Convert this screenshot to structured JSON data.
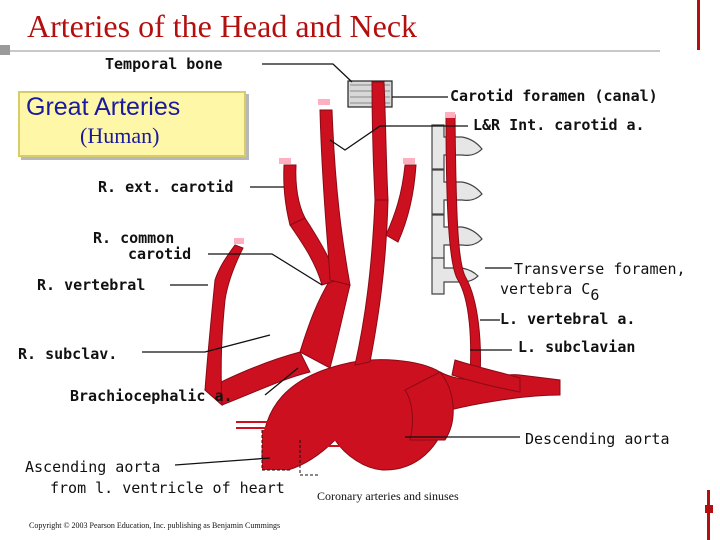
{
  "slide": {
    "title": "Arteries of the Head and Neck",
    "caption": "Coronary arteries and sinuses",
    "copyright": "Copyright © 2003 Pearson Education, Inc. publishing as Benjamin Cummings"
  },
  "badge": {
    "line1": "Great Arteries",
    "line2": "(Human)"
  },
  "labels": {
    "temporal_bone": "Temporal bone",
    "carotid_foramen": "Carotid foramen (canal)",
    "int_carotid": "L&R Int. carotid a.",
    "ext_carotid": "R. ext. carotid",
    "common_carotid_1": "R. common",
    "common_carotid_2": "carotid",
    "r_vertebral": "R. vertebral",
    "transverse_foramen": "Transverse foramen,",
    "vertebra": "vertebra C",
    "vertebra_sub": "6",
    "l_vertebral": "L. vertebral a.",
    "l_subclavian": "L. subclavian",
    "r_subclav": "R. subclav.",
    "brachiocephalic": "Brachiocephalic a.",
    "descending_aorta": "Descending aorta",
    "ascending_aorta_1": "Ascending aorta",
    "ascending_aorta_2": "from l. ventricle of heart"
  },
  "colors": {
    "title": "#b40f0f",
    "artery": "#cc1020",
    "artery_dark": "#8a0a14",
    "badge_bg": "#fff7a8",
    "badge_text": "#1a1aa0"
  }
}
